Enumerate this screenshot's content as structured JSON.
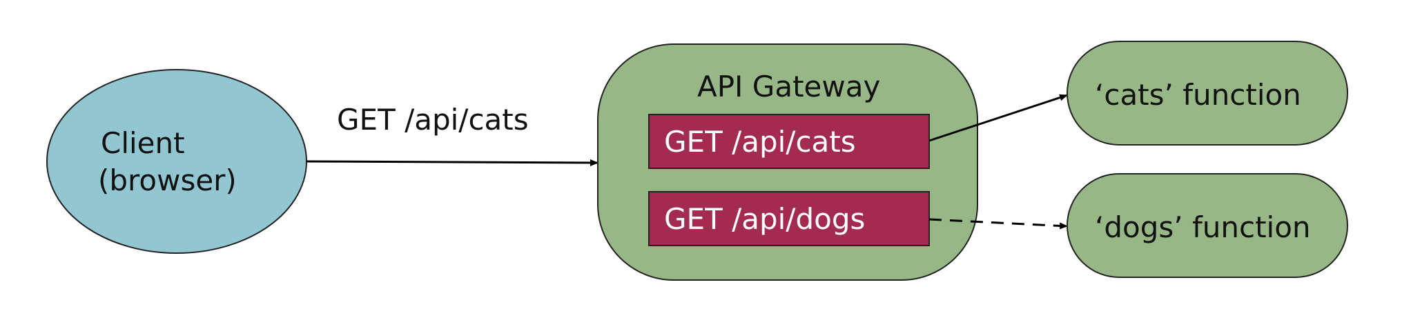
{
  "diagram": {
    "client": {
      "line1": "Client",
      "line2": "(browser)",
      "fill": "#92c7d1"
    },
    "request_label": "GET /api/cats",
    "gateway": {
      "title": "API Gateway",
      "fill": "#97b886",
      "routes": [
        {
          "label": "GET /api/cats"
        },
        {
          "label": "GET /api/dogs"
        }
      ],
      "route_fill": "#a32b52"
    },
    "functions": [
      {
        "label": "‘cats’ function"
      },
      {
        "label": "‘dogs’ function"
      }
    ],
    "function_fill": "#97b886"
  }
}
